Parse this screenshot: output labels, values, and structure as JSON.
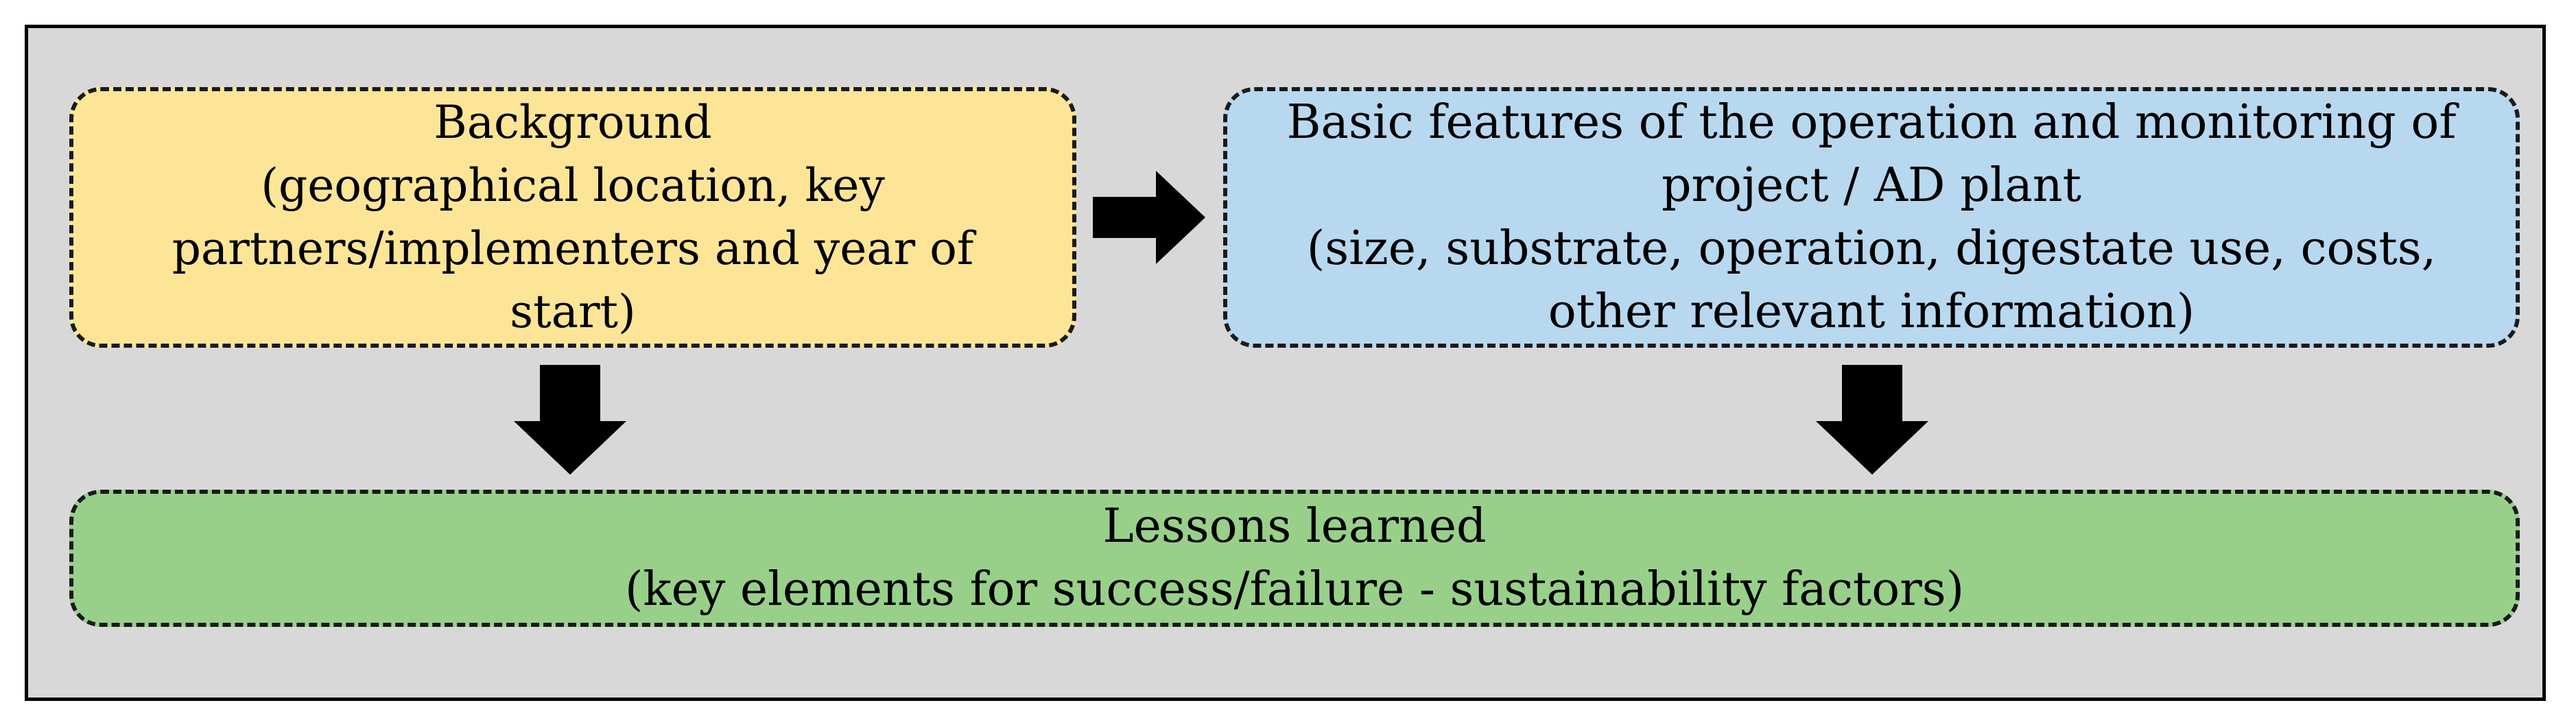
{
  "diagram": {
    "background_box": {
      "title": "Background",
      "detail": "(geographical location, key\npartners/implementers and year of\nstart)",
      "color": "#fde597"
    },
    "features_box": {
      "title": "Basic features of the operation and monitoring of\nproject / AD plant",
      "detail": "(size, substrate, operation, digestate use, costs,\nother relevant information)",
      "color": "#b8d8f0"
    },
    "lessons_box": {
      "title": "Lessons learned",
      "detail": "(key elements for success/failure - sustainability factors)",
      "color": "#98d08a"
    },
    "arrows": [
      {
        "from": "background_box",
        "to": "features_box",
        "icon": "arrow-right-icon"
      },
      {
        "from": "background_box",
        "to": "lessons_box",
        "icon": "arrow-down-icon"
      },
      {
        "from": "features_box",
        "to": "lessons_box",
        "icon": "arrow-down-icon"
      }
    ],
    "frame_color": "#d8d8d8"
  }
}
